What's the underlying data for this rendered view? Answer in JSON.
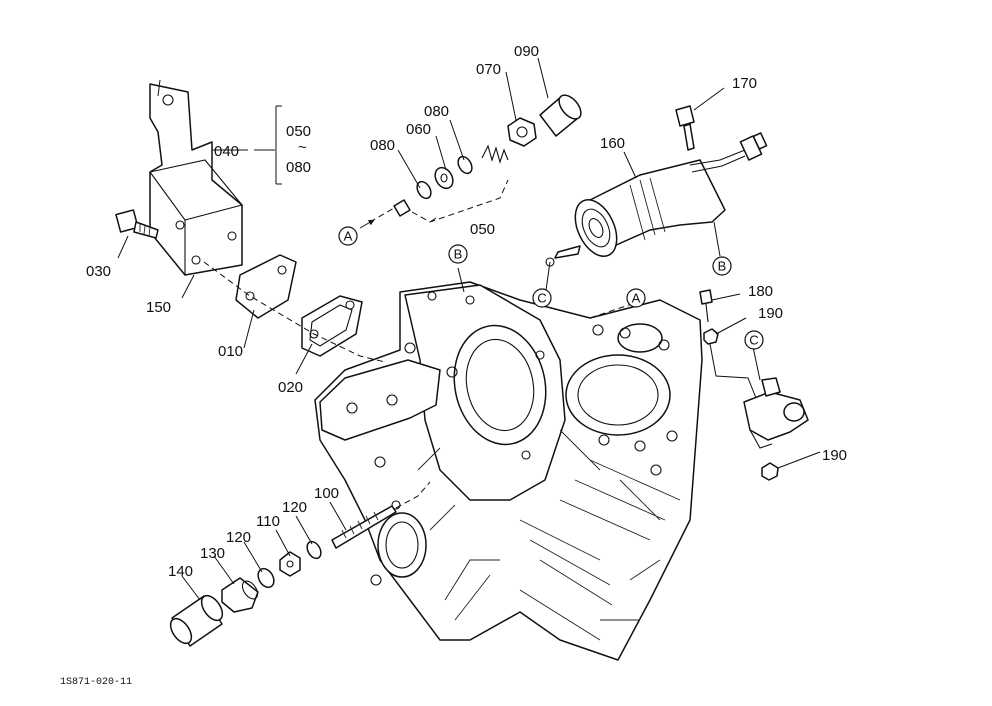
{
  "diagram": {
    "drawing_code": "1S871-020-11",
    "callouts": {
      "p010": "010",
      "p020": "020",
      "p030": "030",
      "p040": "040",
      "p050_group": "050",
      "p080_group": "080",
      "p050": "050",
      "p060": "060",
      "p070": "070",
      "p080a": "080",
      "p080b": "080",
      "p090": "090",
      "p100": "100",
      "p110": "110",
      "p120a": "120",
      "p120b": "120",
      "p130": "130",
      "p140": "140",
      "p150": "150",
      "p160": "160",
      "p170": "170",
      "p180": "180",
      "p190a": "190",
      "p190b": "190"
    },
    "references": {
      "a1": "A",
      "a2": "A",
      "b1": "B",
      "b2": "B",
      "c1": "C",
      "c2": "C"
    }
  }
}
